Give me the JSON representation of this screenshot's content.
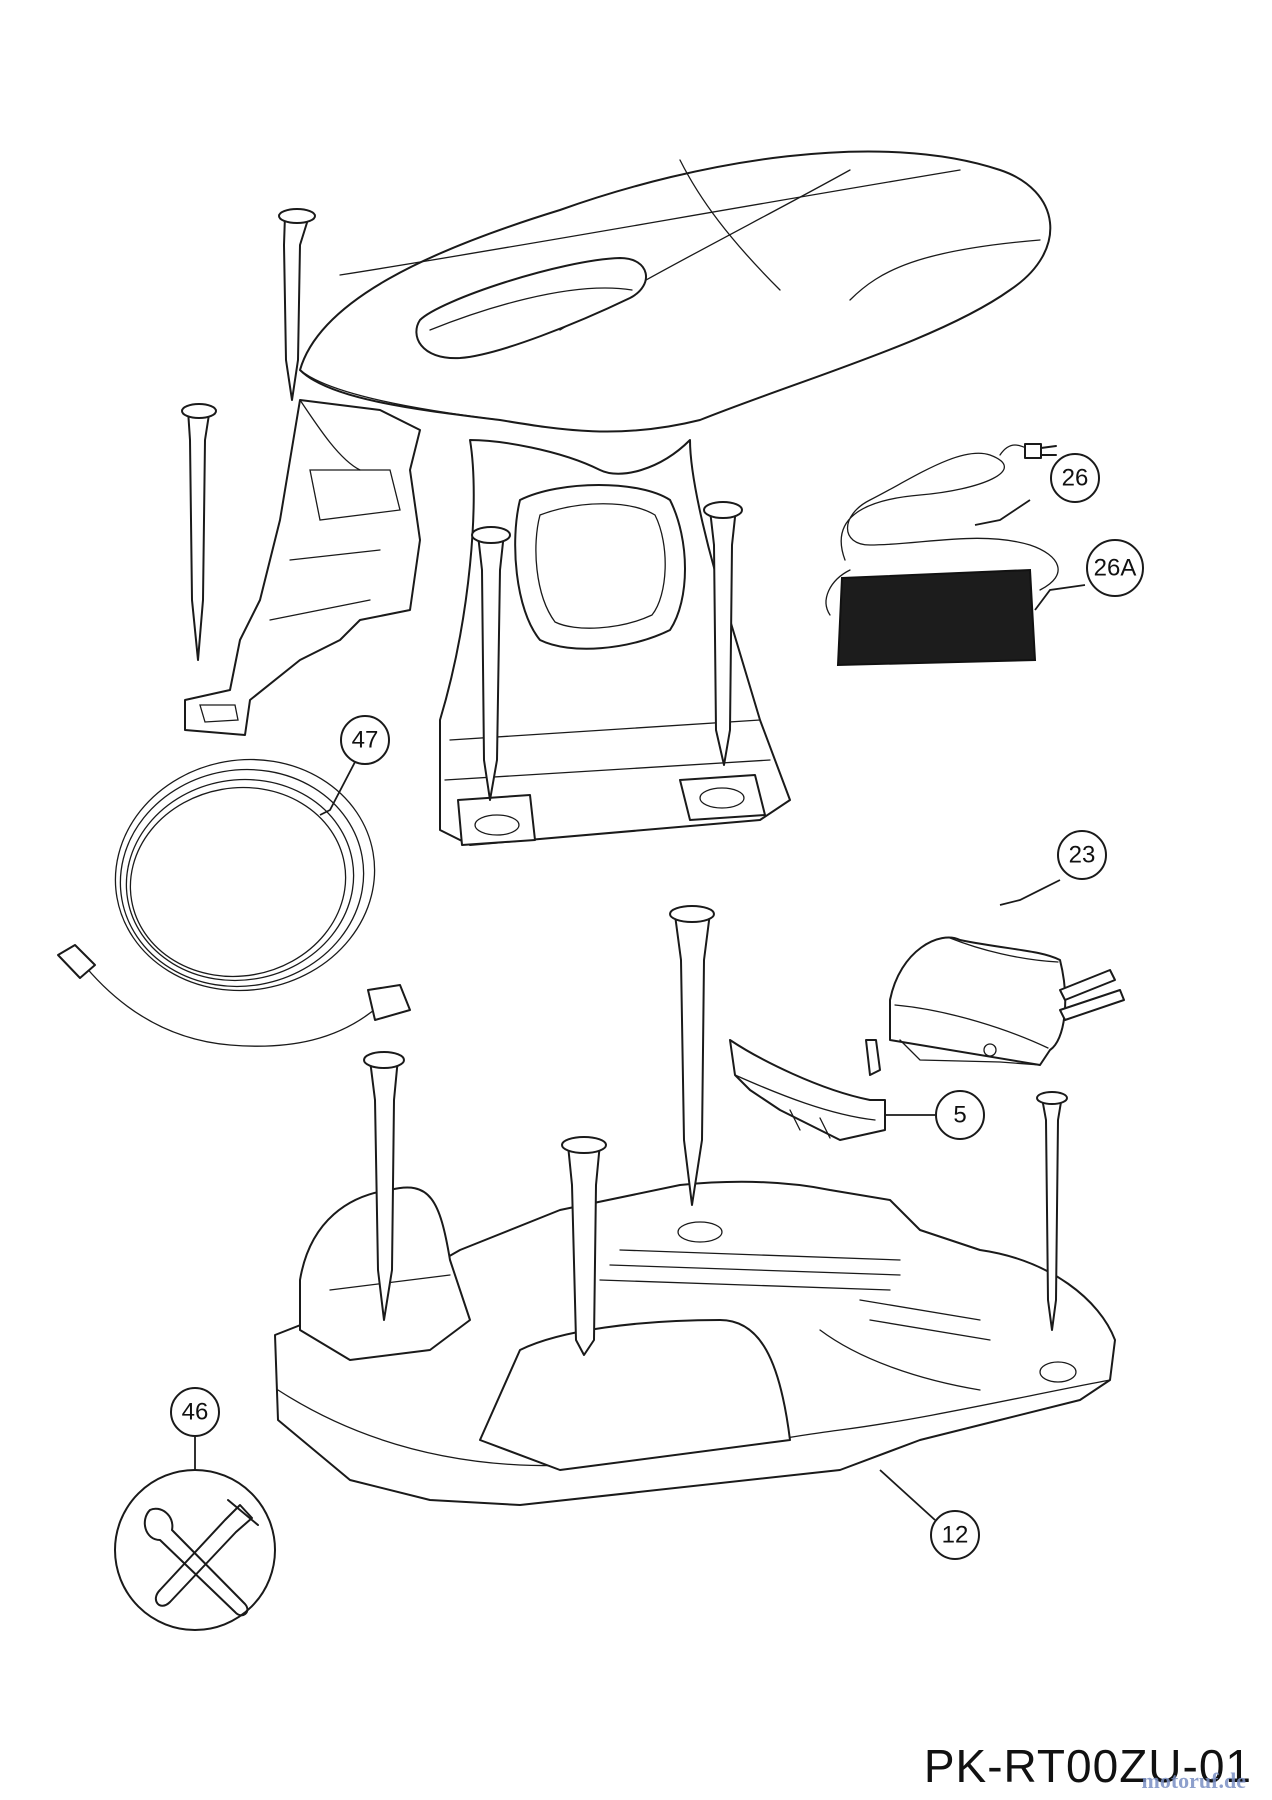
{
  "drawing_code": "PK-RT00ZU-01",
  "watermark": "motoruf.de",
  "callouts": [
    {
      "id": "26",
      "label": "26"
    },
    {
      "id": "26A",
      "label": "26A"
    },
    {
      "id": "47",
      "label": "47"
    },
    {
      "id": "23",
      "label": "23"
    },
    {
      "id": "5",
      "label": "5"
    },
    {
      "id": "46",
      "label": "46"
    },
    {
      "id": "12",
      "label": "12"
    }
  ],
  "colors": {
    "line": "#1a1a1a",
    "background": "#ffffff"
  },
  "icons": [
    "wrench-hammer-icon"
  ]
}
